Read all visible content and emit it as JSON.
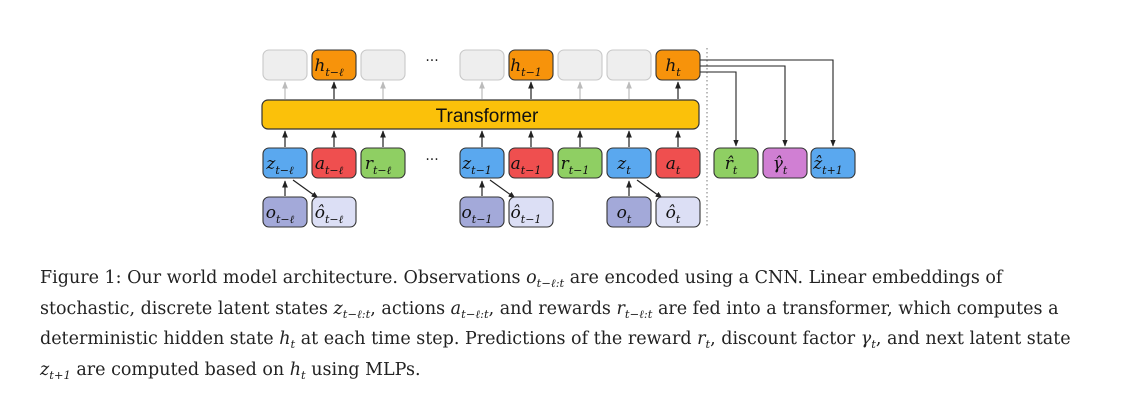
{
  "figure": {
    "transformer_label": "Transformer",
    "ellipsis": "···",
    "colors": {
      "empty": "#eeeeee",
      "hidden": "#f7930b",
      "transformer": "#fbc10a",
      "latent": "#5aa8ef",
      "action": "#ef4f4f",
      "reward": "#8fcf63",
      "discount": "#d07fd3",
      "obs": "#a3a9d9",
      "recon": "#dcdff5"
    },
    "labels": {
      "h_t_minus_l": {
        "base": "h",
        "sub": "t−ℓ"
      },
      "h_t_minus_1": {
        "base": "h",
        "sub": "t−1"
      },
      "h_t": {
        "base": "h",
        "sub": "t"
      },
      "z_t_minus_l": {
        "base": "z",
        "sub": "t−ℓ"
      },
      "a_t_minus_l": {
        "base": "a",
        "sub": "t−ℓ"
      },
      "r_t_minus_l": {
        "base": "r",
        "sub": "t−ℓ"
      },
      "z_t_minus_1": {
        "base": "z",
        "sub": "t−1"
      },
      "a_t_minus_1": {
        "base": "a",
        "sub": "t−1"
      },
      "r_t_minus_1": {
        "base": "r",
        "sub": "t−1"
      },
      "z_t": {
        "base": "z",
        "sub": "t"
      },
      "a_t": {
        "base": "a",
        "sub": "t"
      },
      "r_hat_t": {
        "base": "r̂",
        "sub": "t"
      },
      "gamma_hat_t": {
        "base": "γ̂",
        "sub": "t"
      },
      "z_hat_t_plus_1": {
        "base": "ẑ",
        "sub": "t+1"
      },
      "o_t_minus_l": {
        "base": "o",
        "sub": "t−ℓ"
      },
      "o_hat_t_minus_l": {
        "base": "ô",
        "sub": "t−ℓ"
      },
      "o_t_minus_1": {
        "base": "o",
        "sub": "t−1"
      },
      "o_hat_t_minus_1": {
        "base": "ô",
        "sub": "t−1"
      },
      "o_t": {
        "base": "o",
        "sub": "t"
      },
      "o_hat_t": {
        "base": "ô",
        "sub": "t"
      }
    }
  },
  "caption": {
    "prefix": "Figure 1: Our world model architecture. Observations ",
    "o_base": "o",
    "o_sub": "t−ℓ:t",
    "p2": " are encoded using a CNN. Linear embeddings of stochastic, discrete latent states ",
    "z_base": "z",
    "z_sub": "t−ℓ:t",
    "p3": ", actions ",
    "a_base": "a",
    "a_sub": "t−ℓ:t",
    "p4": ", and rewards ",
    "r_base": "r",
    "r_sub": "t−ℓ:t",
    "p5": " are fed into a transformer, which computes a deterministic hidden state ",
    "h_base": "h",
    "h_sub": "t",
    "p6": " at each time step. Predictions of the reward ",
    "r2_base": "r",
    "r2_sub": "t",
    "p7": ", discount factor ",
    "g_base": "γ",
    "g_sub": "t",
    "p8": ", and next latent state ",
    "z2_base": "z",
    "z2_sub": "t+1",
    "p9": " are computed based on ",
    "h2_base": "h",
    "h2_sub": "t",
    "p10": " using MLPs."
  }
}
